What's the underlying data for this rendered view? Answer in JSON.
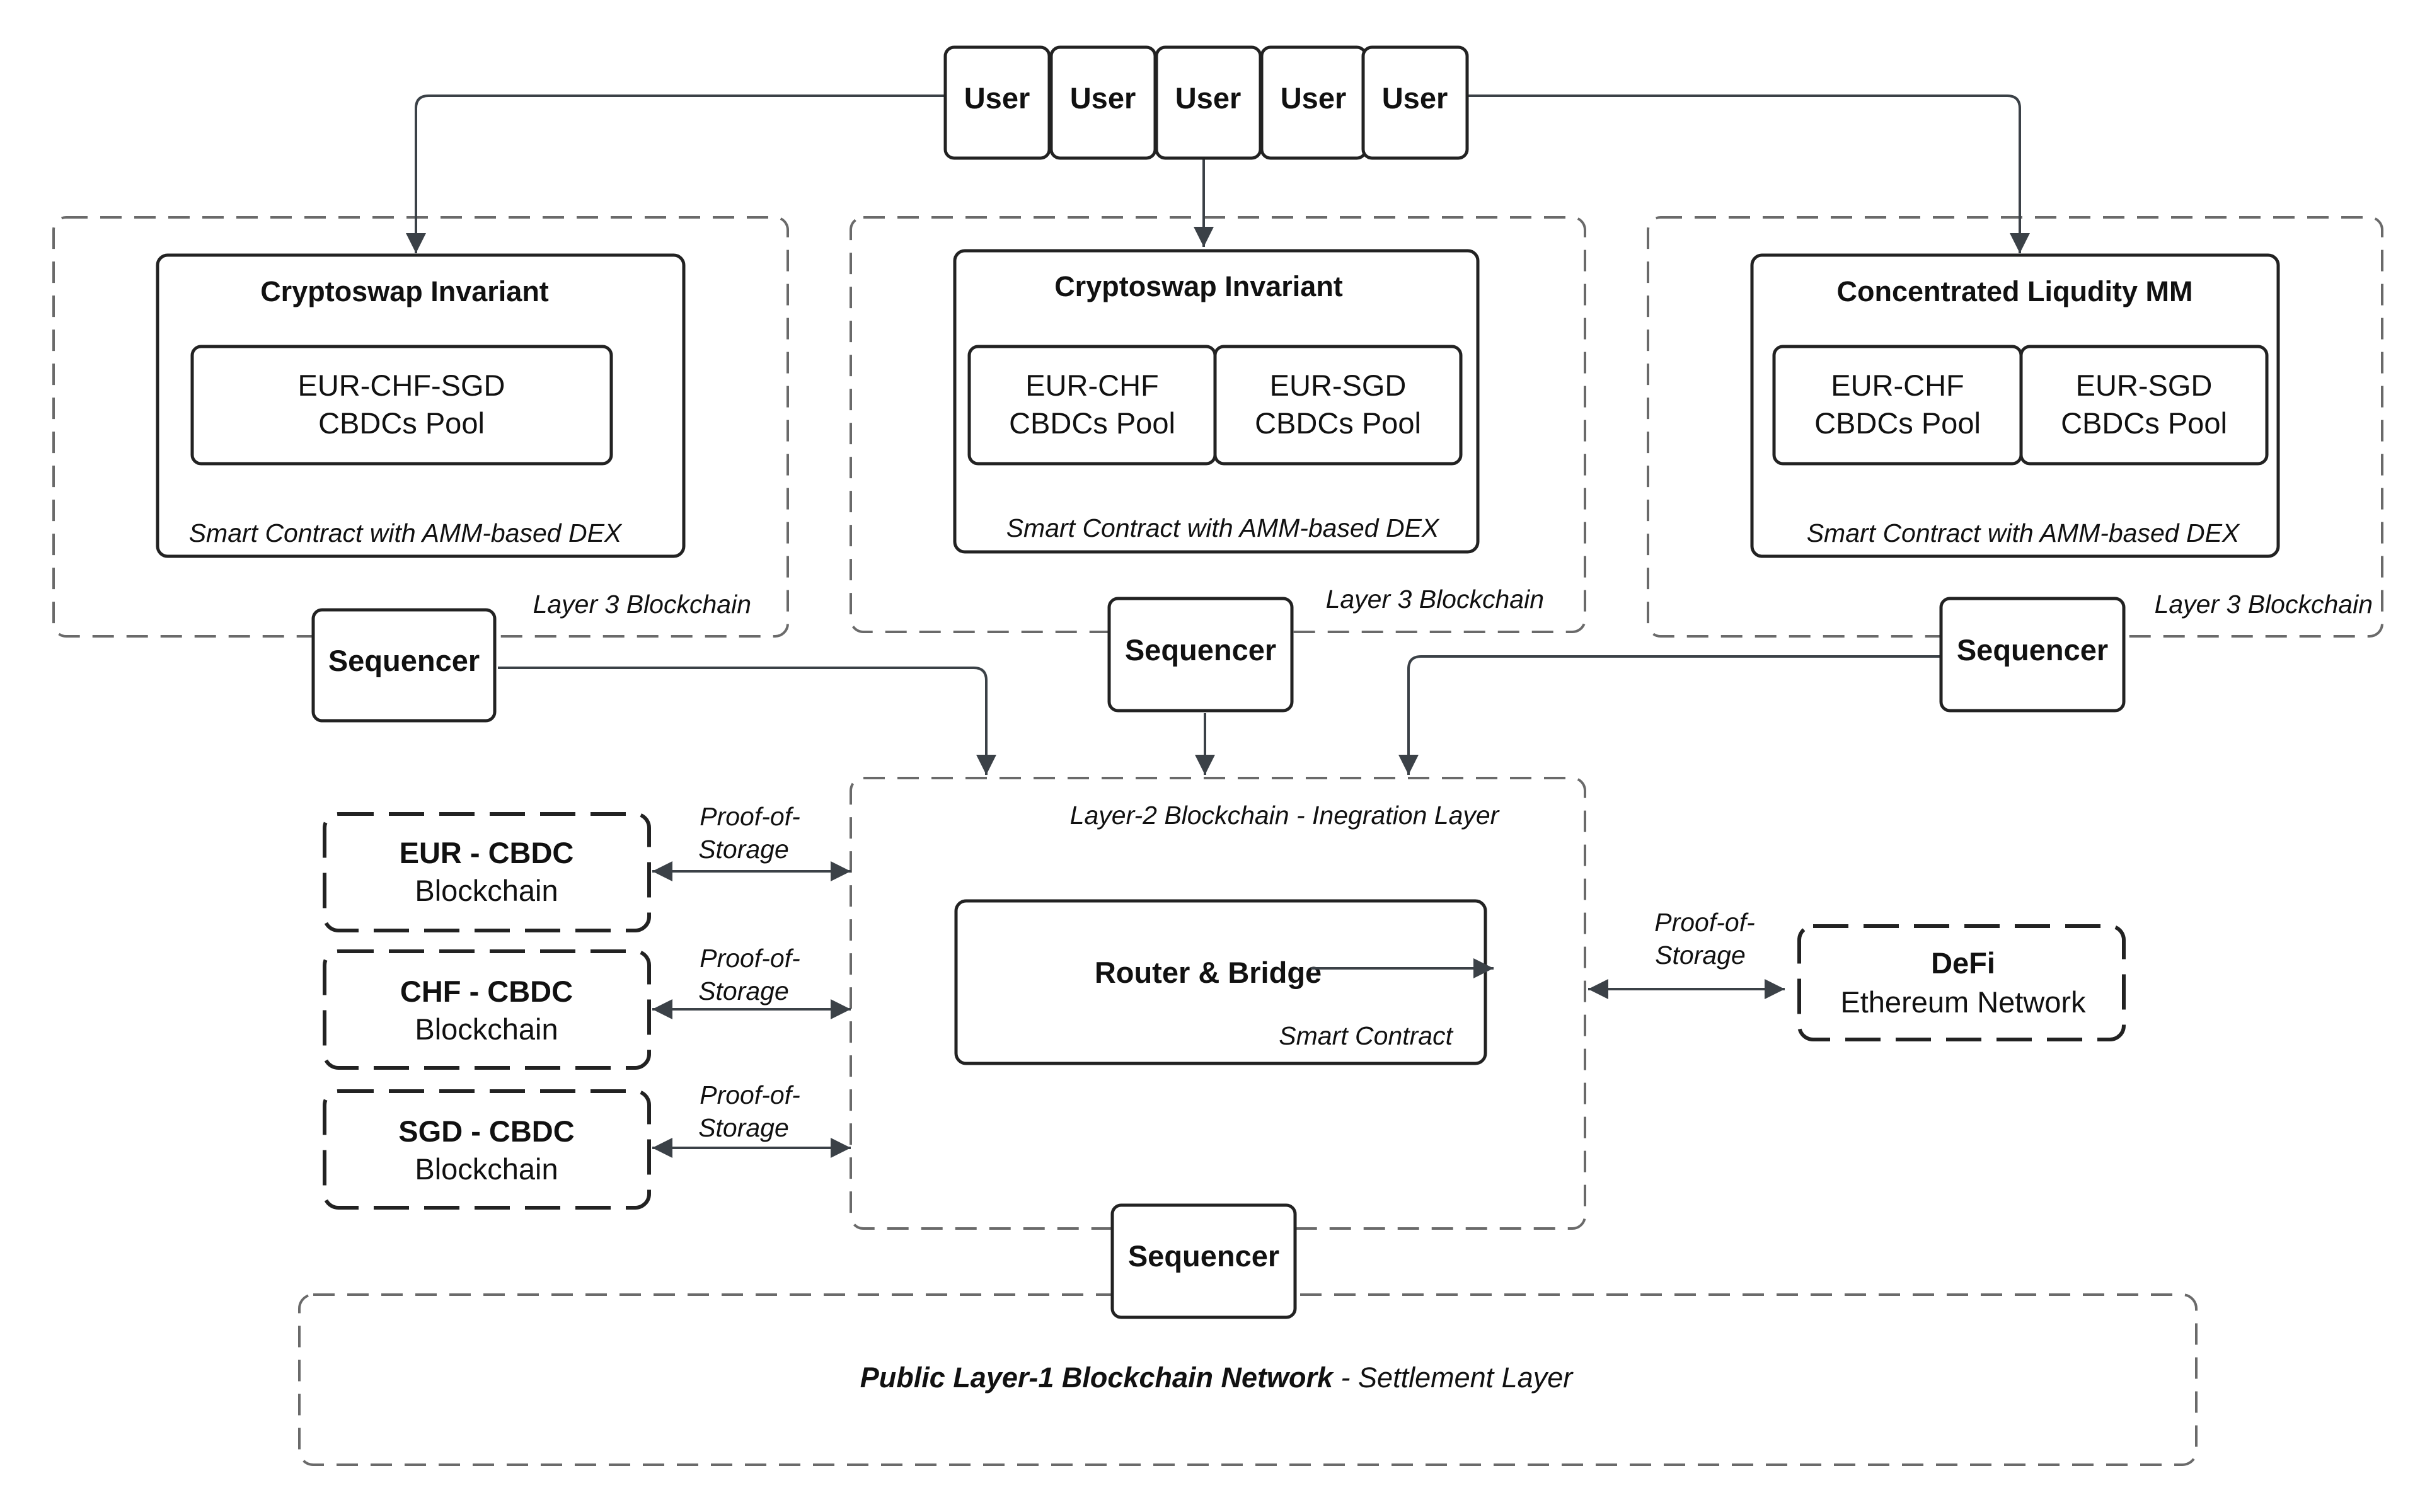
{
  "users": [
    "User",
    "User",
    "User",
    "User",
    "User"
  ],
  "layer3": [
    {
      "title": "Cryptoswap Invariant",
      "pools": [
        {
          "line1": "EUR-CHF-SGD",
          "line2": "CBDCs Pool"
        }
      ],
      "contract": "Smart Contract with AMM-based DEX",
      "chain": "Layer 3 Blockchain",
      "sequencer": "Sequencer"
    },
    {
      "title": "Cryptoswap Invariant",
      "pools": [
        {
          "line1": "EUR-CHF",
          "line2": "CBDCs Pool"
        },
        {
          "line1": "EUR-SGD",
          "line2": "CBDCs Pool"
        }
      ],
      "contract": "Smart Contract with AMM-based DEX",
      "chain": "Layer 3 Blockchain",
      "sequencer": "Sequencer"
    },
    {
      "title": "Concentrated Liqudity MM",
      "pools": [
        {
          "line1": "EUR-CHF",
          "line2": "CBDCs Pool"
        },
        {
          "line1": "EUR-SGD",
          "line2": "CBDCs Pool"
        }
      ],
      "contract": "Smart Contract with AMM-based DEX",
      "chain": "Layer 3 Blockchain",
      "sequencer": "Sequencer"
    }
  ],
  "layer2": {
    "title": "Layer-2 Blockchain - Inegration Layer",
    "router_title": "Router & Bridge",
    "router_subtitle": "Smart Contract",
    "sequencer": "Sequencer"
  },
  "cbdc_chains": [
    {
      "name": "EUR - CBDC",
      "sub": "Blockchain",
      "proof1": "Proof-of-",
      "proof2": "Storage"
    },
    {
      "name": "CHF - CBDC",
      "sub": "Blockchain",
      "proof1": "Proof-of-",
      "proof2": "Storage"
    },
    {
      "name": "SGD - CBDC",
      "sub": "Blockchain",
      "proof1": "Proof-of-",
      "proof2": "Storage"
    }
  ],
  "defi": {
    "name": "DeFi",
    "sub": "Ethereum Network",
    "proof1": "Proof-of-",
    "proof2": "Storage"
  },
  "layer1": {
    "title_bold": "Public Layer-1 Blockchain Network",
    "title_rest": " - Settlement Layer"
  }
}
